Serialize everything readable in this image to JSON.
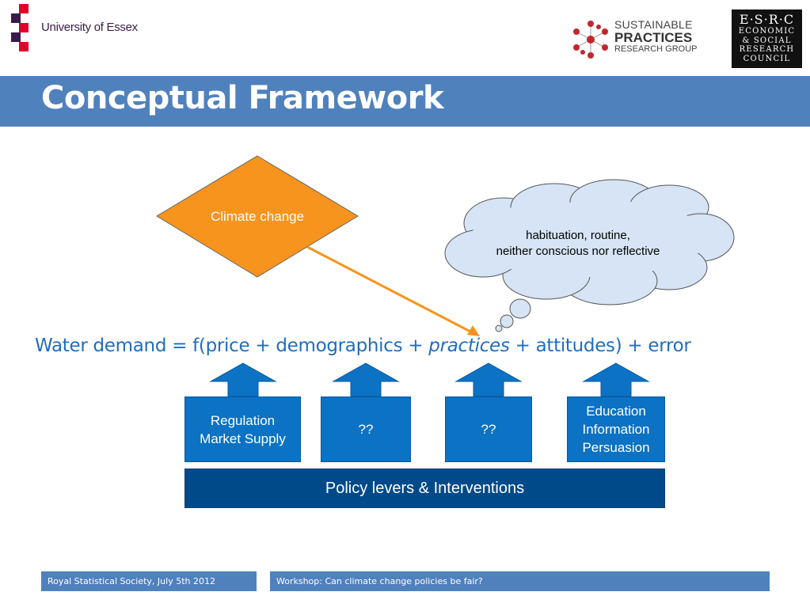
{
  "header": {
    "essex_logo_text": "University of Essex",
    "sprg_logo": {
      "line1": "SUSTAINABLE",
      "line2": "PRACTICES",
      "line3": "RESEARCH GROUP"
    },
    "esrc_logo": {
      "top": "E·S·R·C",
      "lines": [
        "ECONOMIC",
        "& SOCIAL",
        "RESEARCH",
        "COUNCIL"
      ]
    }
  },
  "slide": {
    "title": "Conceptual Framework"
  },
  "diagram": {
    "climate_change": "Climate change",
    "thought_cloud": {
      "line1": "habituation, routine,",
      "line2": "neither conscious nor reflective"
    },
    "equation": {
      "before": "Water demand = f(price + demographics + ",
      "emphasis": "practices",
      "after": " + attitudes) + error"
    },
    "boxes": [
      {
        "lines": [
          "Regulation",
          "Market Supply"
        ]
      },
      {
        "lines": [
          "??"
        ]
      },
      {
        "lines": [
          "??"
        ]
      },
      {
        "lines": [
          "Education",
          "Information",
          "Persuasion"
        ]
      }
    ],
    "policy_bar": "Policy levers & Interventions"
  },
  "footer": {
    "left": "Royal Statistical Society, July 5th 2012",
    "right": "Workshop: Can climate change policies be fair?"
  },
  "colors": {
    "title_bar": "#4f81bd",
    "diamond": "#f7941d",
    "box": "#0b72c4",
    "policy_bar": "#004a8a",
    "cloud": "#d6e4f5",
    "equation_text": "#1f6ebd",
    "essex_red": "#e0002a",
    "essex_purple": "#3a1a4a"
  }
}
